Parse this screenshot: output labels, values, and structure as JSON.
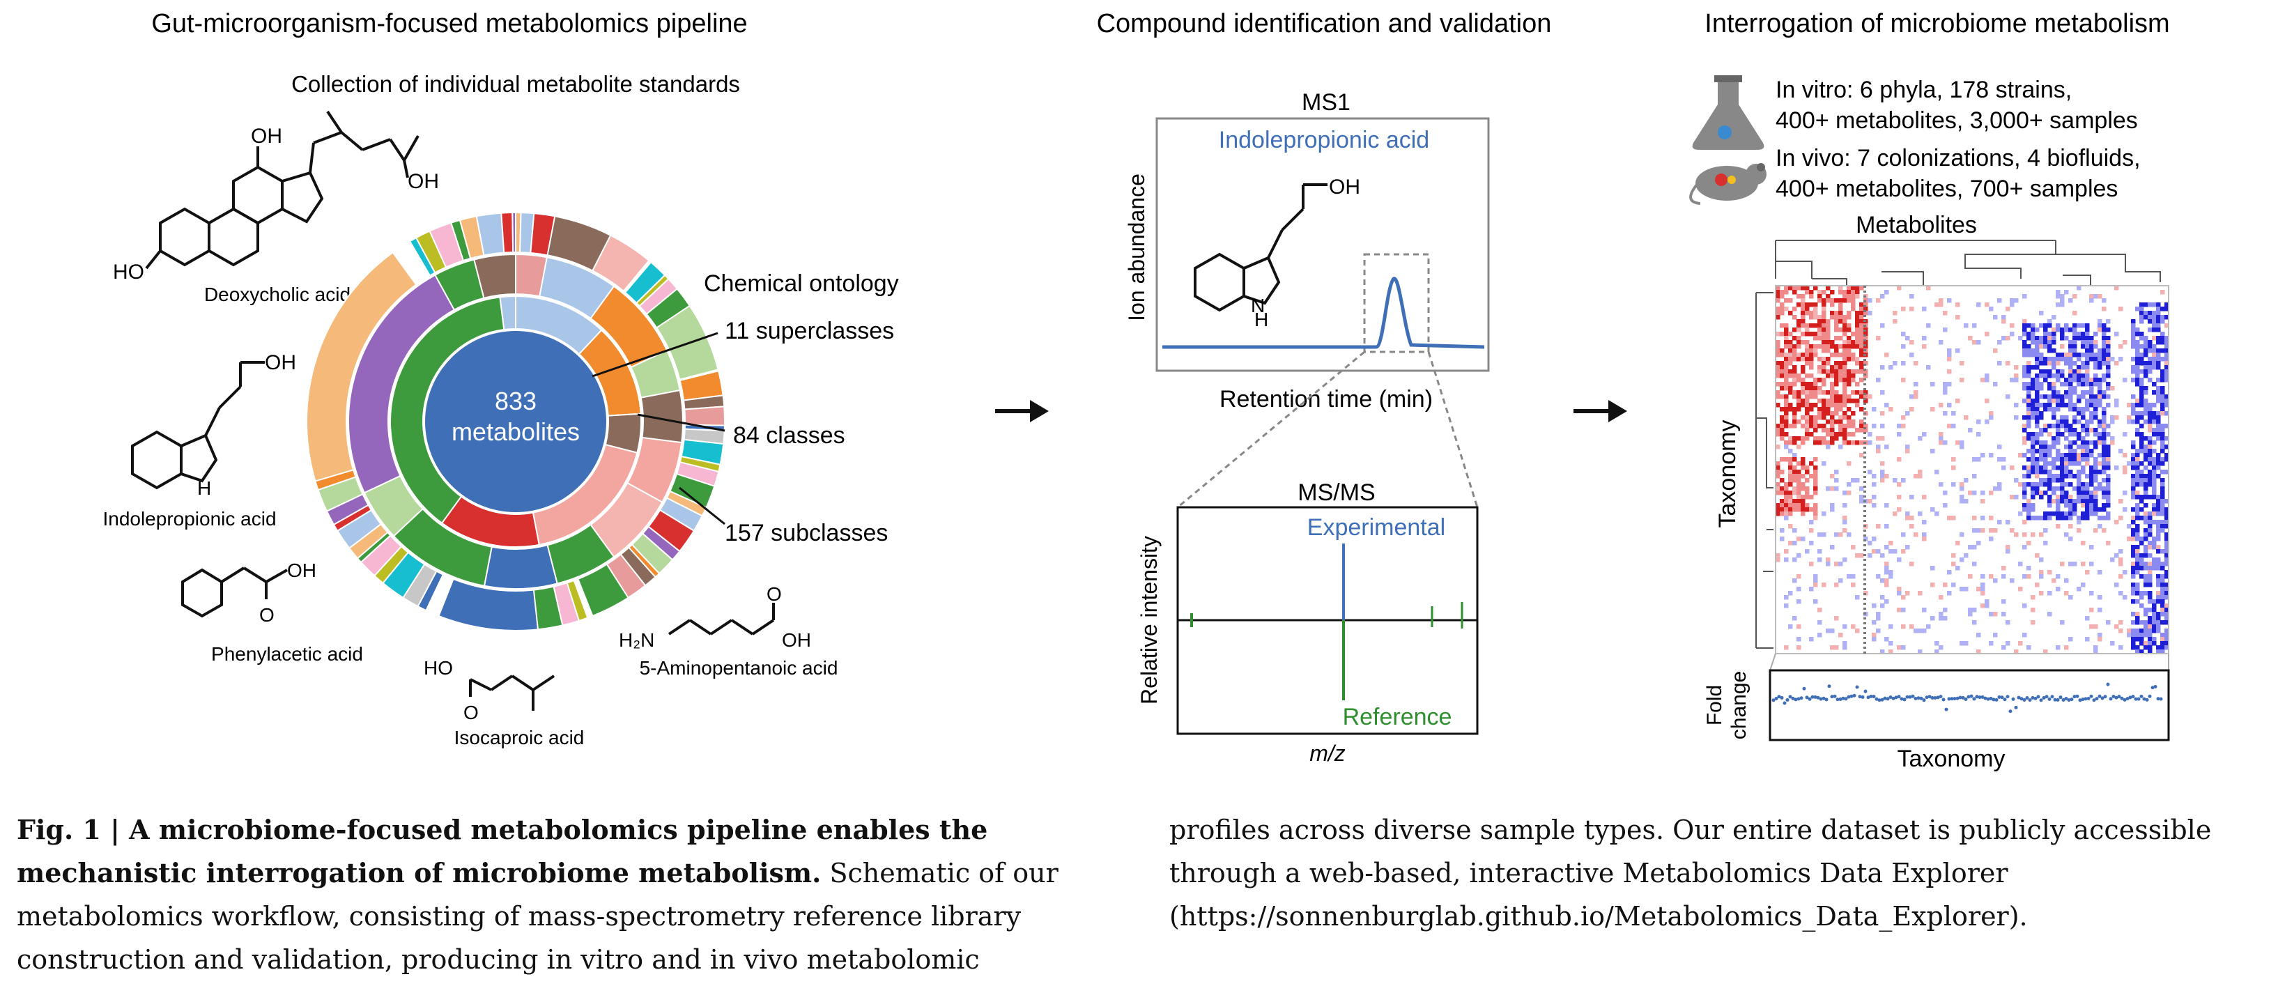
{
  "panel1": {
    "title": "Gut-microorganism-focused metabolomics pipeline",
    "subtitle": "Collection of individual metabolite standards",
    "center_count": "833",
    "center_label": "metabolites",
    "ontology_title": "Chemical ontology",
    "ontology_levels": [
      "11 superclasses",
      "84 classes",
      "157 subclasses"
    ],
    "compounds": [
      "Deoxycholic acid",
      "Indolepropionic acid",
      "Phenylacetic acid",
      "Isocaproic acid",
      "5-Aminopentanoic acid"
    ],
    "atoms": {
      "oh": "OH",
      "ho": "HO",
      "h": "H",
      "n": "N",
      "h2n": "H₂N",
      "o": "O"
    }
  },
  "panel2": {
    "title": "Compound identification and validation",
    "ms1_title": "MS1",
    "ms1_compound": "Indolepropionic acid",
    "ms1_ylabel": "Ion abundance",
    "ms1_xlabel": "Retention time (min)",
    "msms_title": "MS/MS",
    "msms_ylabel": "Relative intensity",
    "msms_xlabel": "m/z",
    "experimental": "Experimental",
    "reference": "Reference"
  },
  "panel3": {
    "title": "Interrogation of microbiome metabolism",
    "invitro_line1": "In vitro: 6 phyla, 178 strains,",
    "invitro_line2": "400+ metabolites, 3,000+ samples",
    "invivo_line1": "In vivo: 7 colonizations, 4 biofluids,",
    "invivo_line2": "400+ metabolites, 700+ samples",
    "heatmap_top_label": "Metabolites",
    "heatmap_side_label": "Taxonomy",
    "fold_label_1": "Fold",
    "fold_label_2": "change",
    "bottom_label": "Taxonomy"
  },
  "caption": {
    "lead": "Fig. 1 | A microbiome-focused metabolomics pipeline enables the mechanistic interrogation of microbiome metabolism.",
    "body_left": "Schematic of our metabolomics workflow, consisting of mass-spectrometry reference library construction and validation, producing in vitro and in vivo metabolomic",
    "body_right": "profiles across diverse sample types. Our entire dataset is publicly accessible through a web-based, interactive Metabolomics Data Explorer (https://sonnenburglab.github.io/Metabolomics_Data_Explorer)."
  },
  "colors": {
    "blue": "#3f6fb6",
    "green": "#2f8f2f",
    "red": "#d7302e",
    "heat_blue": "#1f1fd6",
    "heat_red": "#d41f1f"
  }
}
